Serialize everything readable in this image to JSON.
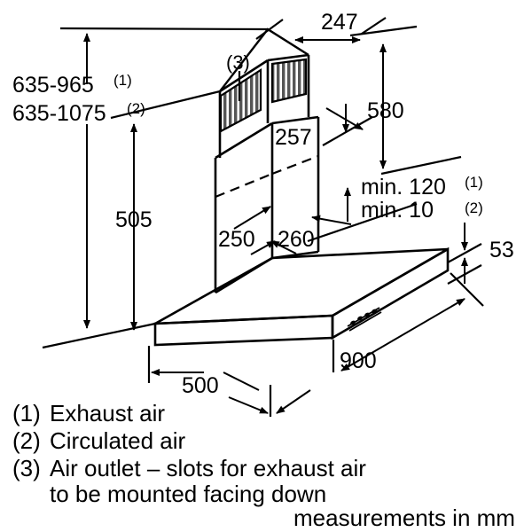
{
  "drawing": {
    "title": "Cooker hood dimensional drawing",
    "units_note": "measurements in mm",
    "dimensions": {
      "overall_height_exhaust": "635-965",
      "overall_height_exhaust_ref": "(1)",
      "overall_height_circulated": "635-1075",
      "overall_height_circulated_ref": "(2)",
      "chimney_depth_top": "247",
      "chimney_upper_height": "580",
      "chimney_visible_height": "257",
      "hood_to_chimney_height": "505",
      "chimney_lower_width": "250",
      "chimney_lower_depth": "260",
      "min_clearance_exhaust": "min. 120",
      "min_clearance_exhaust_ref": "(1)",
      "min_clearance_circulated": "min. 10",
      "min_clearance_circulated_ref": "(2)",
      "canopy_thickness": "53",
      "canopy_depth": "500",
      "canopy_width": "900"
    },
    "callouts": {
      "air_outlet_marker": "(3)"
    },
    "legend": [
      {
        "marker": "(1)",
        "text": "Exhaust air"
      },
      {
        "marker": "(2)",
        "text": "Circulated air"
      },
      {
        "marker": "(3)",
        "text": "Air outlet – slots for exhaust air"
      },
      {
        "marker": "",
        "text": "to be mounted facing down"
      }
    ],
    "colors": {
      "line": "#000000",
      "background": "#ffffff",
      "slot_fill": "#d9d9d9"
    }
  }
}
